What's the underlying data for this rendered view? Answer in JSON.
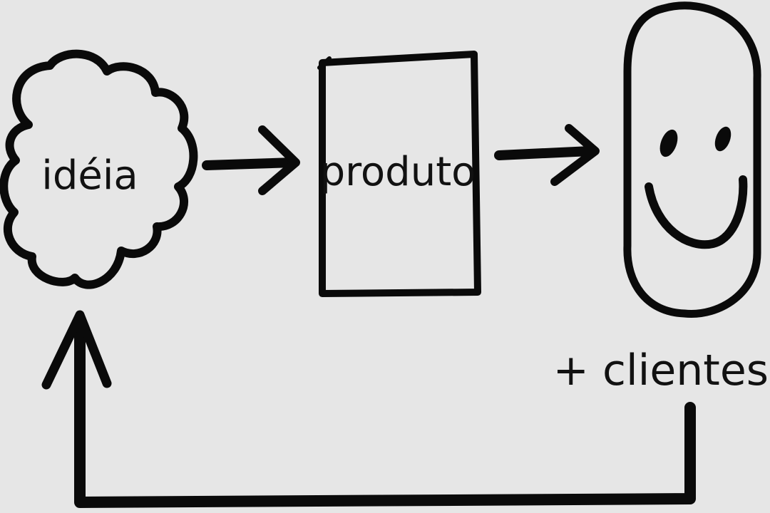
{
  "nodes": {
    "idea": {
      "label": "idéia"
    },
    "product": {
      "label": "produto"
    },
    "customer": {
      "label": "+ clientes"
    }
  },
  "edges": [
    {
      "from": "idea",
      "to": "product"
    },
    {
      "from": "product",
      "to": "customer"
    },
    {
      "from": "customer",
      "to": "idea"
    }
  ],
  "colors": {
    "background": "#e6e6e6",
    "ink": "#0a0a0a"
  }
}
